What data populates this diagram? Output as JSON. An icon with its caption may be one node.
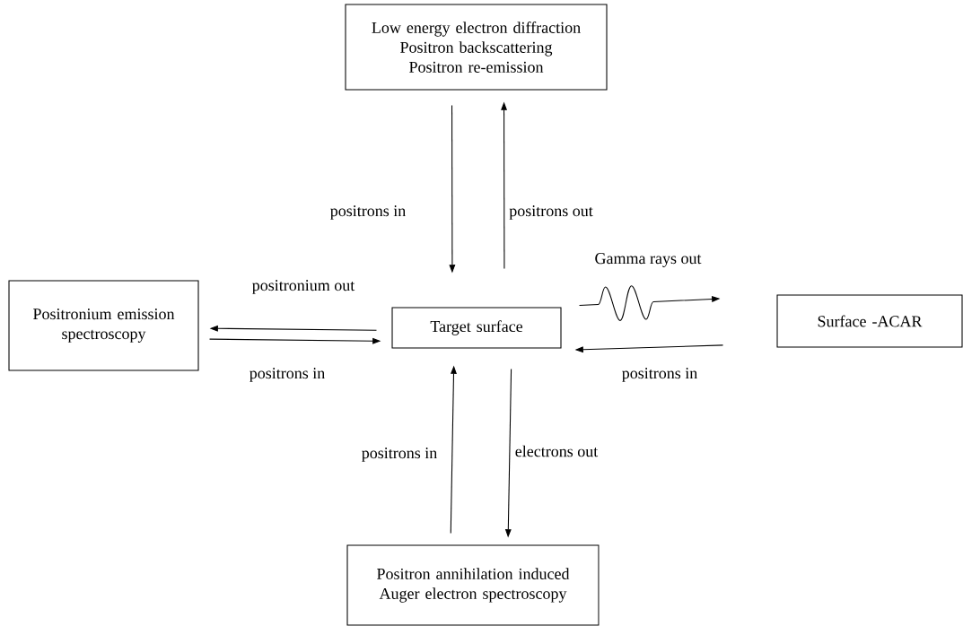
{
  "diagram": {
    "nodes": [
      {
        "text": [
          "Low energy electron diffraction",
          "Positron backscattering",
          "Positron re-emission"
        ]
      },
      {
        "text": [
          "Positronium emission spectroscopy"
        ]
      },
      {
        "text": [
          "Target surface"
        ]
      },
      {
        "text": [
          "Surface -ACAR"
        ]
      },
      {
        "text": [
          "Positron annihilation induced Auger electron spectroscopy"
        ]
      }
    ],
    "edges": [
      {
        "from": 0,
        "to": 2,
        "arrow": "to",
        "label": "positrons in"
      },
      {
        "from": 2,
        "to": 0,
        "arrow": "to",
        "label": "positrons out"
      },
      {
        "from": 2,
        "to": 1,
        "arrow": "to",
        "label": "positronium out"
      },
      {
        "from": 1,
        "to": 2,
        "arrow": "to",
        "label": "positrons in"
      },
      {
        "from": 2,
        "to": 3,
        "arrow": "to",
        "label": "Gamma rays out"
      },
      {
        "from": 3,
        "to": 2,
        "arrow": "to",
        "label": "positrons in"
      },
      {
        "from": 4,
        "to": 2,
        "arrow": "to",
        "label": "positrons in"
      },
      {
        "from": 2,
        "to": 4,
        "arrow": "to",
        "label": "electrons out"
      }
    ]
  }
}
